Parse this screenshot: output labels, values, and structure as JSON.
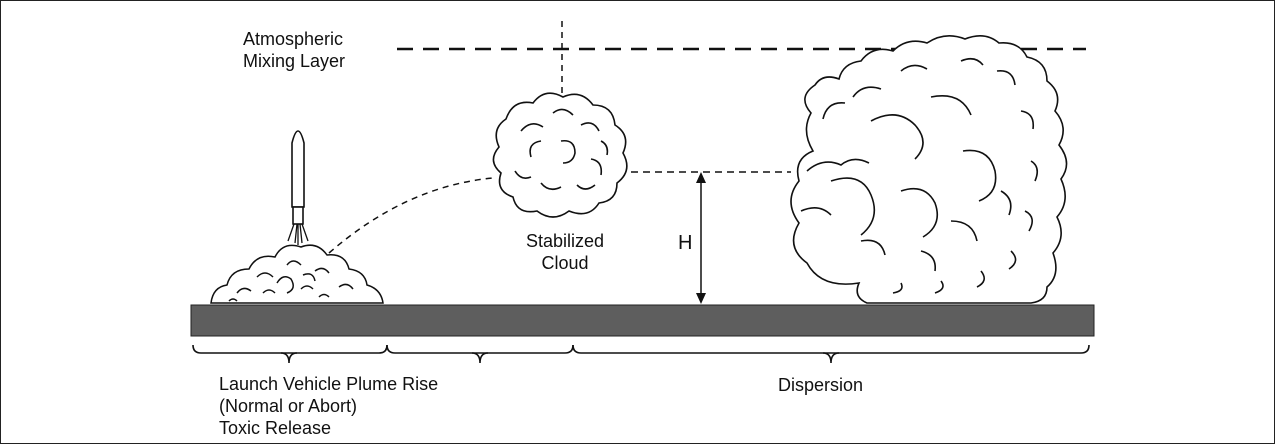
{
  "labels": {
    "mixing_layer_line1": "Atmospheric",
    "mixing_layer_line2": "Mixing Layer",
    "stabilized_line1": "Stabilized",
    "stabilized_line2": "Cloud",
    "height": "H",
    "plume_line1": "Launch Vehicle Plume Rise",
    "plume_line2": "(Normal or Abort)",
    "plume_line3": "Toxic Release",
    "dispersion": "Dispersion"
  },
  "colors": {
    "ground": "#5e5e5e",
    "line": "#111111",
    "background": "#ffffff"
  }
}
